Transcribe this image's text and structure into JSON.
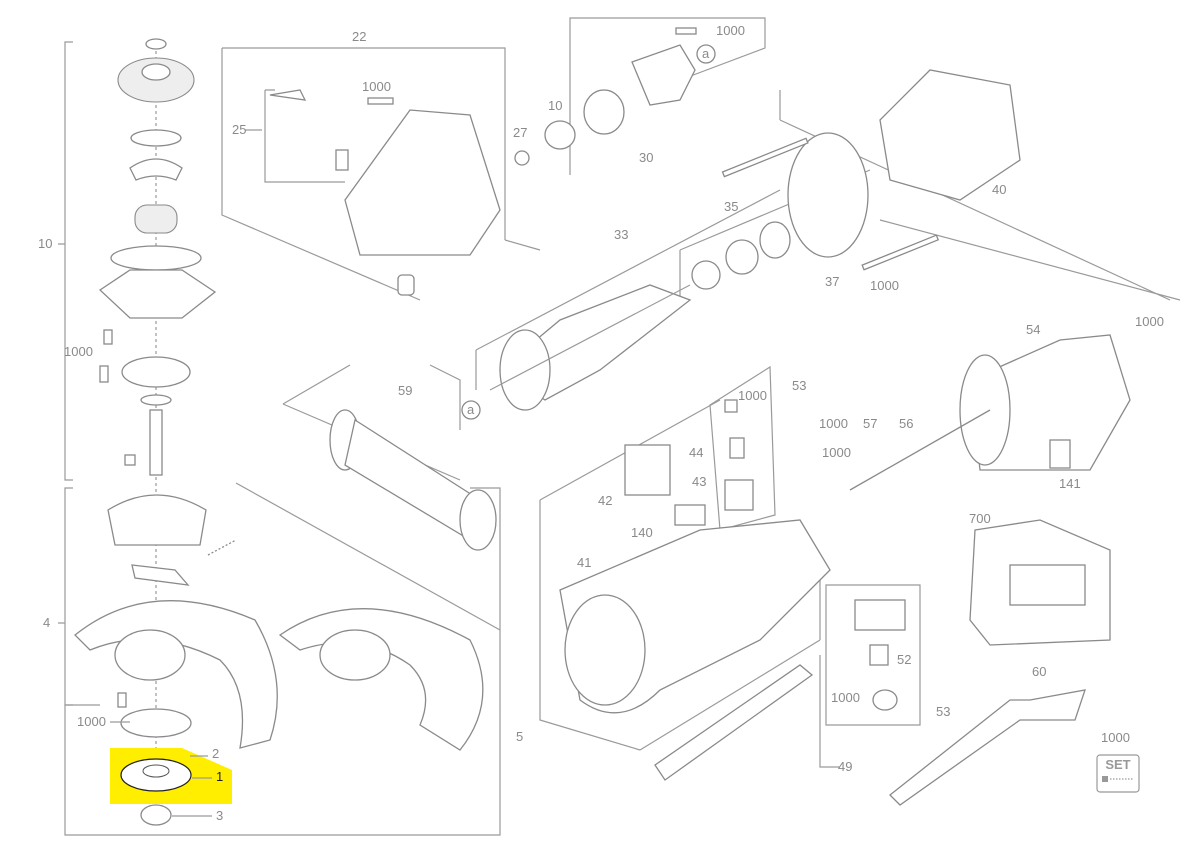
{
  "diagram": {
    "title": "Angle grinder exploded parts view",
    "highlight_color": "#ffee00",
    "highlighted_part": "1",
    "labels": [
      "22",
      "1000",
      "a",
      "25",
      "1000",
      "10",
      "27",
      "30",
      "40",
      "35",
      "33",
      "37",
      "1000",
      "54",
      "1000",
      "53",
      "1000",
      "59",
      "a",
      "44",
      "1000",
      "57",
      "56",
      "1000",
      "42",
      "43",
      "141",
      "140",
      "700",
      "41",
      "10",
      "1000",
      "4",
      "5",
      "1000",
      "2",
      "1",
      "3",
      "52",
      "1000",
      "53",
      "49",
      "60",
      "1000",
      "SET"
    ]
  }
}
